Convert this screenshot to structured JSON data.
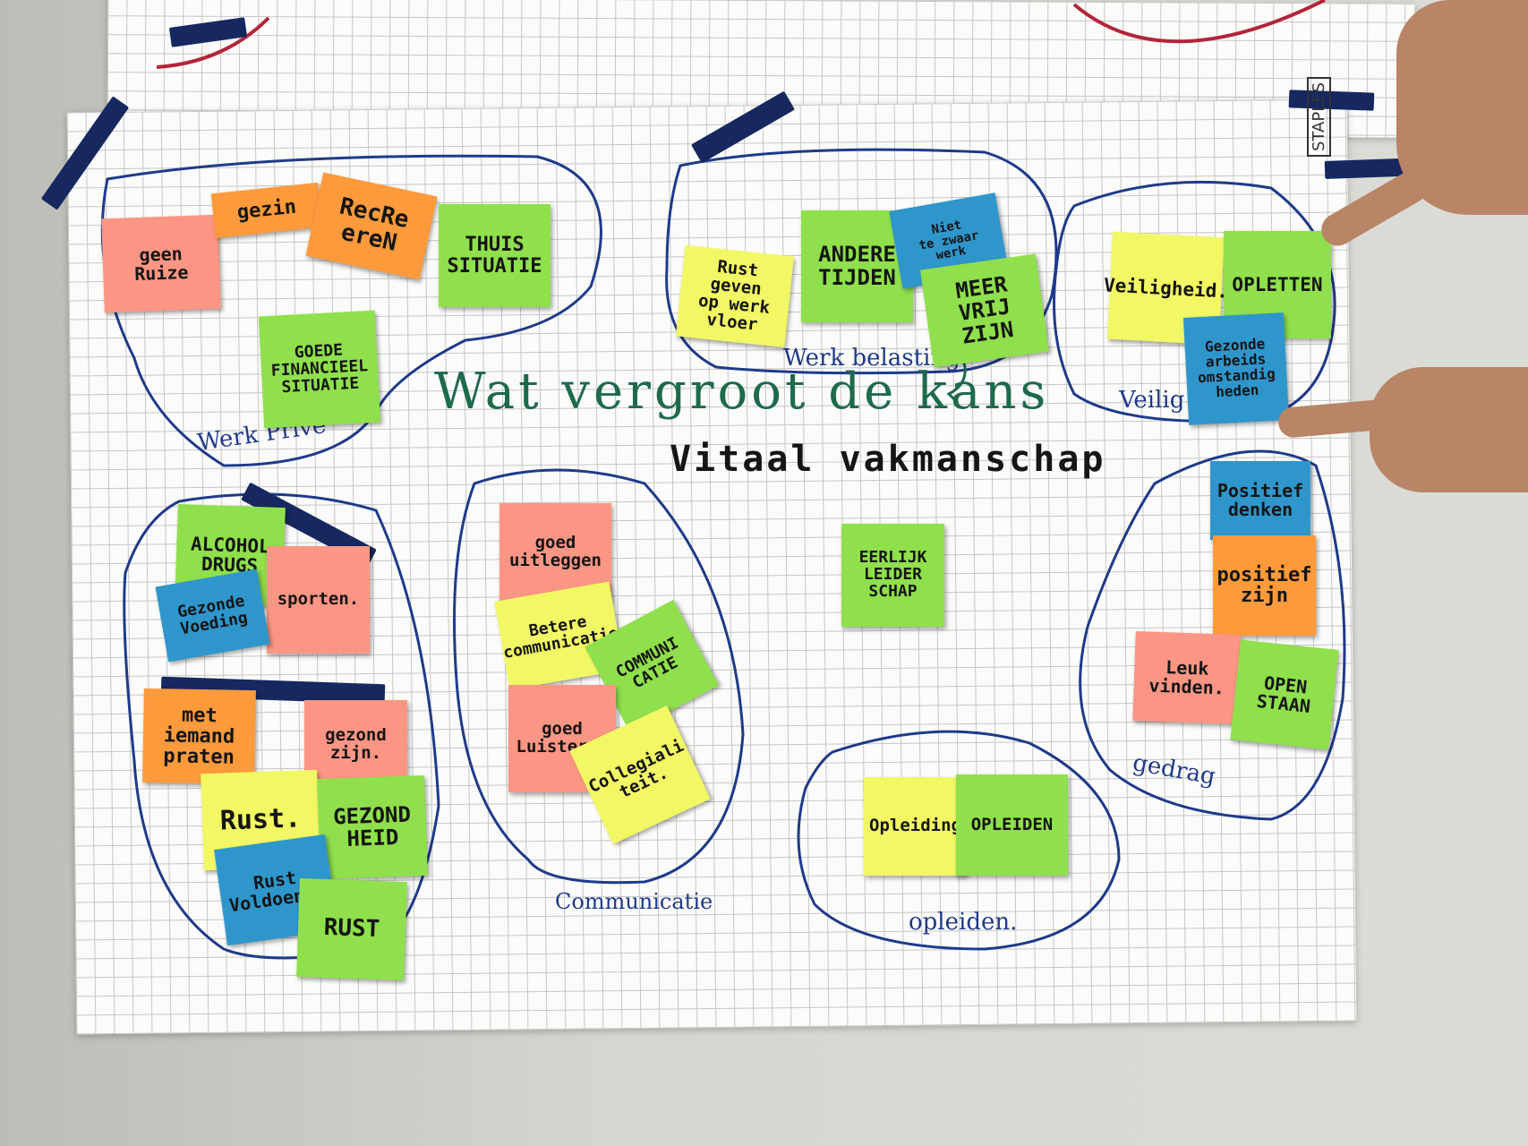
{
  "board": {
    "title": "Wat vergroot de kans",
    "subtitle": "Vitaal vakmanschap"
  },
  "top_sheet": {
    "left_text": "...",
    "right_text": "...",
    "staples_label": "STAPLES"
  },
  "clusters": [
    {
      "id": "werk-prive",
      "label": "Werk Privé",
      "color": "#1f3a8a"
    },
    {
      "id": "werk-belasting",
      "label": "Werk belasting",
      "color": "#1f3a8a"
    },
    {
      "id": "veiligheid",
      "label": "Veilig",
      "color": "#1f3a8a"
    },
    {
      "id": "gezondheid",
      "label": "",
      "color": "#1f3a8a"
    },
    {
      "id": "communicatie",
      "label": "Communicatie",
      "color": "#1f3a8a"
    },
    {
      "id": "opleiden",
      "label": "opleiden.",
      "color": "#1f3a8a"
    },
    {
      "id": "gedrag",
      "label": "gedrag",
      "color": "#1f3a8a"
    }
  ],
  "notes": {
    "geen_ruize": "geen\nRuize",
    "gezin": "gezin",
    "recreeren": "RecRe\nereN",
    "thuis_situatie": "THUIS\nSITUATIE",
    "goede_financiele": "GOEDE\nFINANCIEEL\nSITUATIE",
    "rust_geven": "Rust\ngeven\nop werk\nvloer",
    "andere_tijden": "ANDERE\nTIJDEN",
    "niet_te_zwaar": "Niet\nte zwaar\nwerk",
    "meer_vrij_zijn": "MEER\nVRIJ\nZIJN",
    "veiligheid": "Veiligheid.",
    "opletten": "OPLETTEN",
    "gezonde_arbeidsomstandigheden": "Gezonde\narbeids\nomstandig\nheden",
    "alcohol_drugs": "ALCOHOL\nDRUGS",
    "sporten": "sporten.",
    "gezonde_voeding": "Gezonde\nVoeding",
    "met_iemand_praten": "met\niemand\npraten",
    "gezond_zijn": "gezond\nzijn.",
    "rust": "Rust.",
    "gezondheid": "GEZOND\nHEID",
    "rust_voldoende": "Rust\nVoldoende",
    "rust_caps": "RUST",
    "goed_uitleggen": "goed\nuitleggen",
    "betere_communicatie": "Betere\ncommunicatie",
    "communicatie": "COMMUNI\nCATIE",
    "goed_luisteren": "goed\nLuisteren",
    "collegialiteit": "Collegiali\nteit.",
    "eerlijk_leiderschap": "EERLIJK\nLEIDER\nSCHAP",
    "opleiding": "Opleiding",
    "opleiden": "OPLEIDEN",
    "positief_denken": "Positief\ndenken",
    "positief_zijn": "positief\nzijn",
    "leuk_vinden": "Leuk\nvinden.",
    "open_staan": "OPEN\nSTAAN"
  },
  "colors": {
    "pink": "#fb9684",
    "orange": "#fd9a3c",
    "green": "#8fe04c",
    "yellow": "#f2f864",
    "blue": "#2f96cc",
    "marker_blue": "#1f3a8a",
    "marker_green": "#1d6a4d",
    "marker_red": "#b3243b"
  }
}
